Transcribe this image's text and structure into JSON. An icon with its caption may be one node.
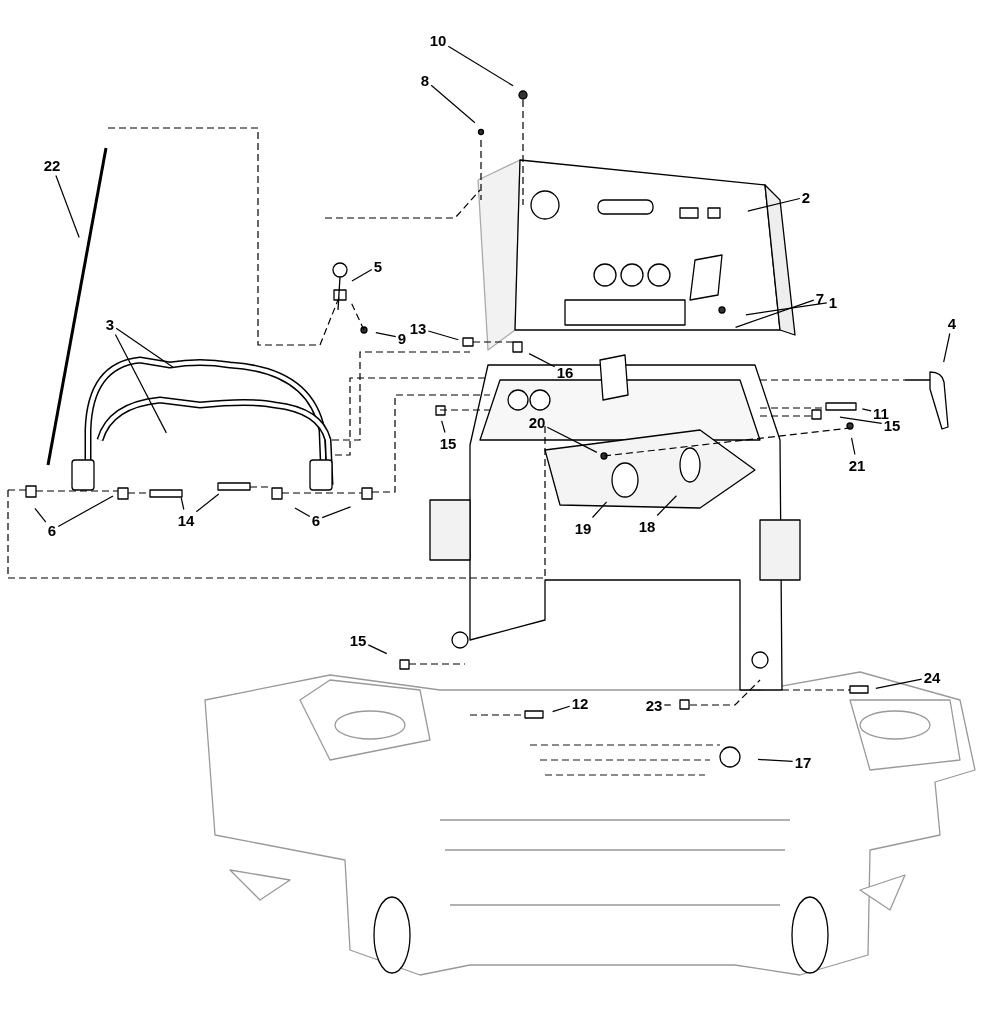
{
  "diagram": {
    "nodes": [
      {
        "text": [
          "10"
        ]
      },
      {
        "text": [
          "8"
        ]
      },
      {
        "text": [
          "22"
        ]
      },
      {
        "text": [
          "2"
        ]
      },
      {
        "text": [
          "5"
        ]
      },
      {
        "text": [
          "7"
        ]
      },
      {
        "text": [
          "1"
        ]
      },
      {
        "text": [
          "4"
        ]
      },
      {
        "text": [
          "13"
        ]
      },
      {
        "text": [
          "9"
        ]
      },
      {
        "text": [
          "3"
        ]
      },
      {
        "text": [
          "16"
        ]
      },
      {
        "text": [
          "11"
        ]
      },
      {
        "text": [
          "15"
        ]
      },
      {
        "text": [
          "15"
        ]
      },
      {
        "text": [
          "20"
        ]
      },
      {
        "text": [
          "21"
        ]
      },
      {
        "text": [
          "19"
        ]
      },
      {
        "text": [
          "18"
        ]
      },
      {
        "text": [
          "6"
        ]
      },
      {
        "text": [
          "14"
        ]
      },
      {
        "text": [
          "6"
        ]
      },
      {
        "text": [
          "15"
        ]
      },
      {
        "text": [
          "24"
        ]
      },
      {
        "text": [
          "12"
        ]
      },
      {
        "text": [
          "23"
        ]
      },
      {
        "text": [
          "17"
        ]
      }
    ],
    "edges": [
      {
        "from": 0,
        "to": null,
        "arrow": "none"
      },
      {
        "from": 1,
        "to": null,
        "arrow": "none"
      },
      {
        "from": 2,
        "to": null,
        "arrow": "none"
      },
      {
        "from": 3,
        "to": null,
        "arrow": "none"
      },
      {
        "from": 4,
        "to": null,
        "arrow": "none"
      },
      {
        "from": 5,
        "to": null,
        "arrow": "none"
      },
      {
        "from": 6,
        "to": null,
        "arrow": "none"
      },
      {
        "from": 7,
        "to": null,
        "arrow": "none"
      },
      {
        "from": 8,
        "to": null,
        "arrow": "none"
      },
      {
        "from": 9,
        "to": null,
        "arrow": "none"
      },
      {
        "from": 10,
        "to": null,
        "arrow": "none"
      },
      {
        "from": 10,
        "to": null,
        "arrow": "none"
      },
      {
        "from": 11,
        "to": null,
        "arrow": "none"
      },
      {
        "from": 12,
        "to": null,
        "arrow": "none"
      },
      {
        "from": 13,
        "to": null,
        "arrow": "none"
      },
      {
        "from": 14,
        "to": null,
        "arrow": "none"
      },
      {
        "from": 15,
        "to": null,
        "arrow": "none"
      },
      {
        "from": 16,
        "to": null,
        "arrow": "none"
      },
      {
        "from": 17,
        "to": null,
        "arrow": "none"
      },
      {
        "from": 18,
        "to": null,
        "arrow": "none"
      },
      {
        "from": 19,
        "to": null,
        "arrow": "none"
      },
      {
        "from": 19,
        "to": null,
        "arrow": "none"
      },
      {
        "from": 20,
        "to": null,
        "arrow": "none"
      },
      {
        "from": 20,
        "to": null,
        "arrow": "none"
      },
      {
        "from": 21,
        "to": null,
        "arrow": "none"
      },
      {
        "from": 21,
        "to": null,
        "arrow": "none"
      },
      {
        "from": 22,
        "to": null,
        "arrow": "none"
      },
      {
        "from": 23,
        "to": null,
        "arrow": "none"
      },
      {
        "from": 24,
        "to": null,
        "arrow": "none"
      },
      {
        "from": 25,
        "to": null,
        "arrow": "none"
      },
      {
        "from": 26,
        "to": null,
        "arrow": "none"
      }
    ]
  }
}
